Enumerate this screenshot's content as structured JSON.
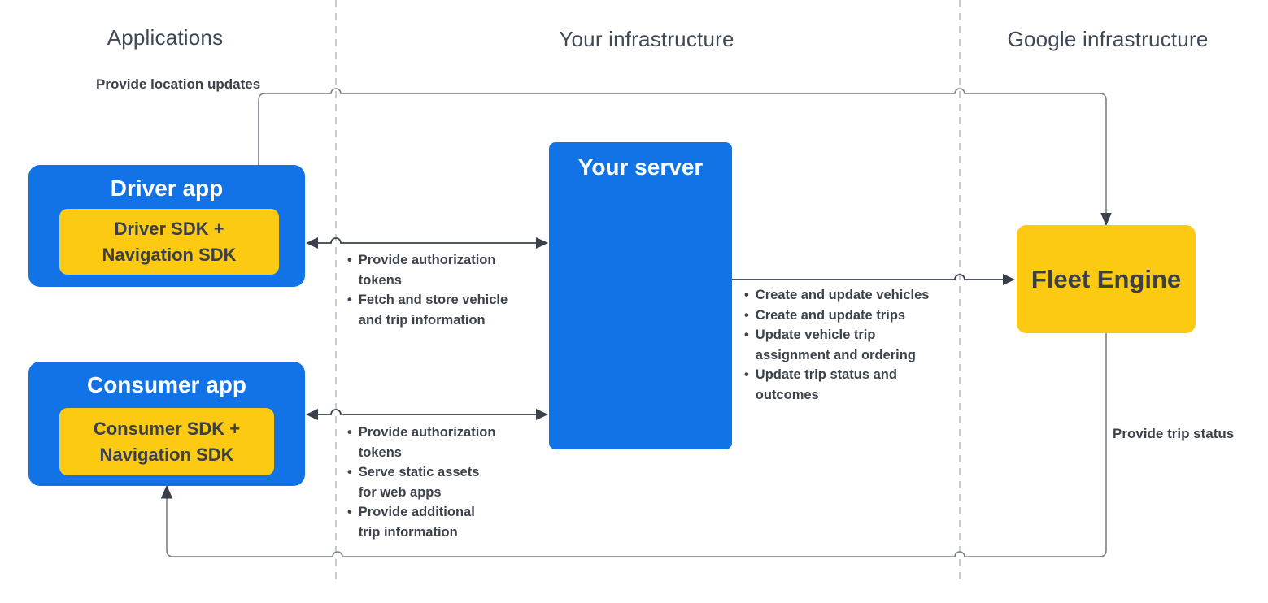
{
  "columns": [
    {
      "label": "Applications"
    },
    {
      "label": "Your infrastructure"
    },
    {
      "label": "Google infrastructure"
    }
  ],
  "nodes": {
    "driver_app": {
      "title": "Driver app",
      "sdk": "Driver SDK +\nNavigation SDK"
    },
    "consumer_app": {
      "title": "Consumer app",
      "sdk": "Consumer SDK +\nNavigation SDK"
    },
    "your_server": {
      "title": "Your server"
    },
    "fleet_engine": {
      "title": "Fleet Engine"
    }
  },
  "edge_labels": {
    "provide_location_updates": "Provide location updates",
    "provide_trip_status": "Provide trip status"
  },
  "lists": {
    "driver_server": {
      "items": [
        "Provide authorization\ntokens",
        "Fetch and store vehicle\nand trip information"
      ]
    },
    "consumer_server": {
      "items": [
        "Provide authorization\ntokens",
        "Serve static assets\nfor web apps",
        "Provide additional\ntrip information"
      ]
    },
    "server_fleet": {
      "items": [
        "Create and update vehicles",
        "Create and update trips",
        "Update vehicle trip\nassignment and ordering",
        "Update trip status and\noutcomes"
      ]
    }
  },
  "ui": {
    "bullet": "•"
  },
  "colors": {
    "node_blue": "#1173e6",
    "node_yellow": "#fcc913",
    "dark_text": "#3a4046",
    "label_text": "#3b424b",
    "header_text": "#3f4956",
    "long_line": "#7b8086",
    "arrow_line": "#3a414b",
    "arrowhead": "#394049",
    "divider_dash": "#c7ccd1"
  }
}
